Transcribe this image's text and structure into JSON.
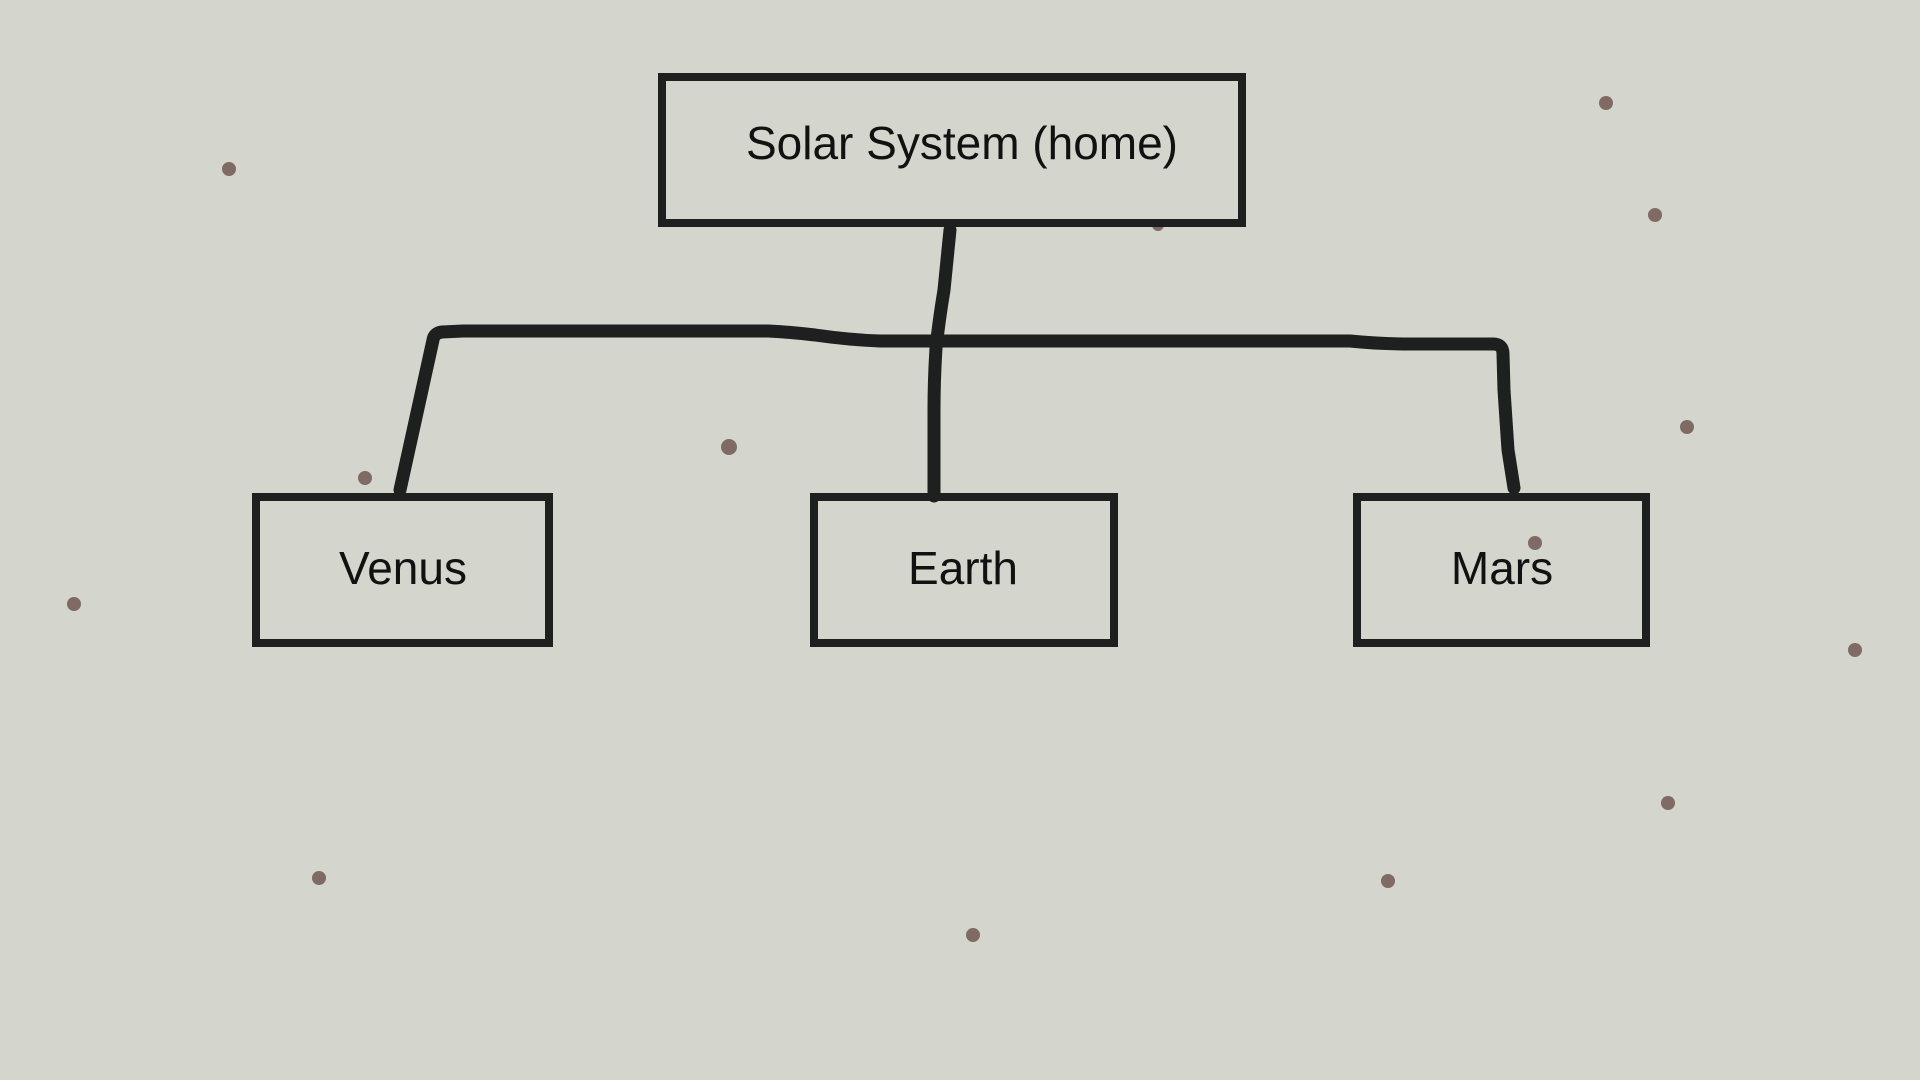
{
  "colors": {
    "background": "#d4d5cc",
    "stroke": "#1e1f1f",
    "text": "#111111",
    "dot": "#806a64"
  },
  "diagram": {
    "root": {
      "label": "Solar System (home)"
    },
    "children": [
      {
        "label": "Venus"
      },
      {
        "label": "Earth"
      },
      {
        "label": "Mars"
      }
    ]
  }
}
